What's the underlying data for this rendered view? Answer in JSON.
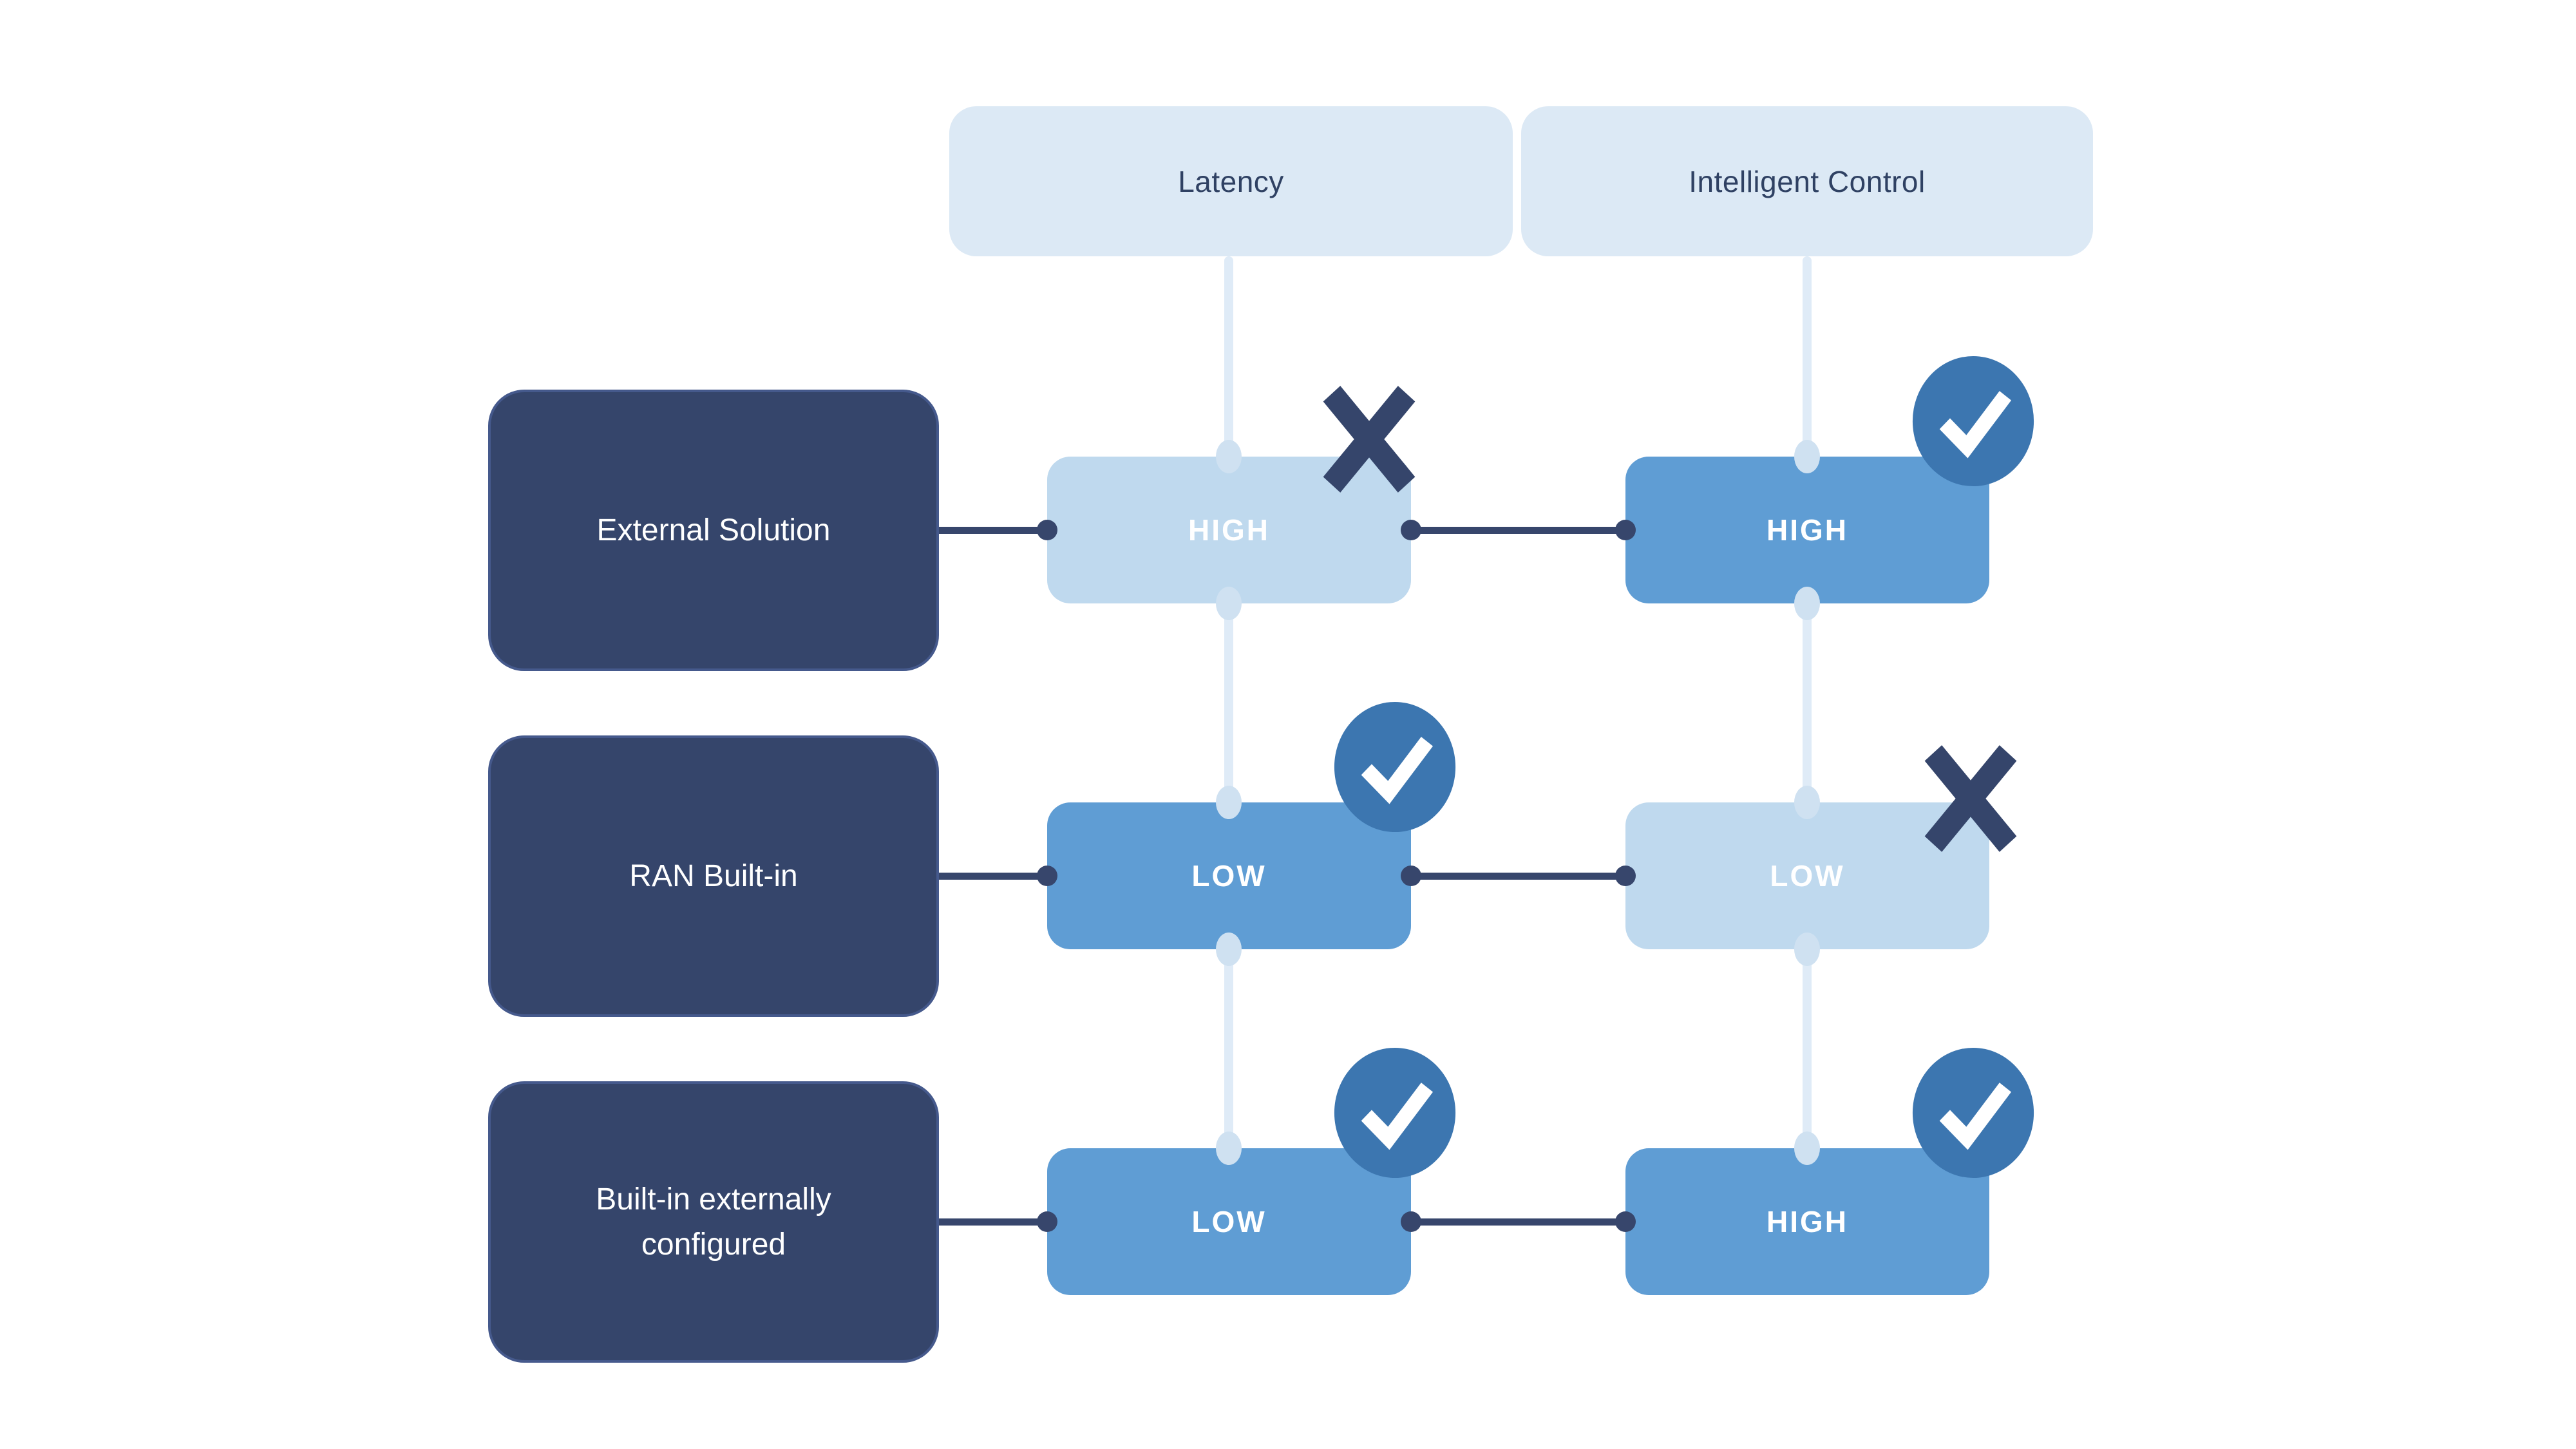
{
  "diagram": {
    "columns": [
      {
        "label": "Latency"
      },
      {
        "label": "Intelligent Control"
      }
    ],
    "rows": [
      {
        "label": "External Solution",
        "cells": [
          {
            "value": "HIGH",
            "tone": "light",
            "badge": "cross"
          },
          {
            "value": "HIGH",
            "tone": "medium",
            "badge": "check"
          }
        ]
      },
      {
        "label": "RAN Built-in",
        "cells": [
          {
            "value": "LOW",
            "tone": "medium",
            "badge": "check"
          },
          {
            "value": "LOW",
            "tone": "light",
            "badge": "cross"
          }
        ]
      },
      {
        "label": "Built-in externally configured",
        "cells": [
          {
            "value": "LOW",
            "tone": "medium",
            "badge": "check"
          },
          {
            "value": "HIGH",
            "tone": "medium",
            "badge": "check"
          }
        ]
      }
    ],
    "colors": {
      "background": "#FFFFFF",
      "solution_box": "#35456B",
      "solution_box_border": "#45598C",
      "header_box": "#DCE9F5",
      "header_text": "#2F4163",
      "value_light": "#BFD9EE",
      "value_medium": "#5F9DD4",
      "value_text": "#FFFFFF",
      "badge_check_fill": "#3C76B0",
      "cross_mark": "#35456B",
      "connector_dark": "#37466C",
      "connector_light": "#DFEBF7",
      "connector_light_dot": "#CFE1F1"
    }
  }
}
